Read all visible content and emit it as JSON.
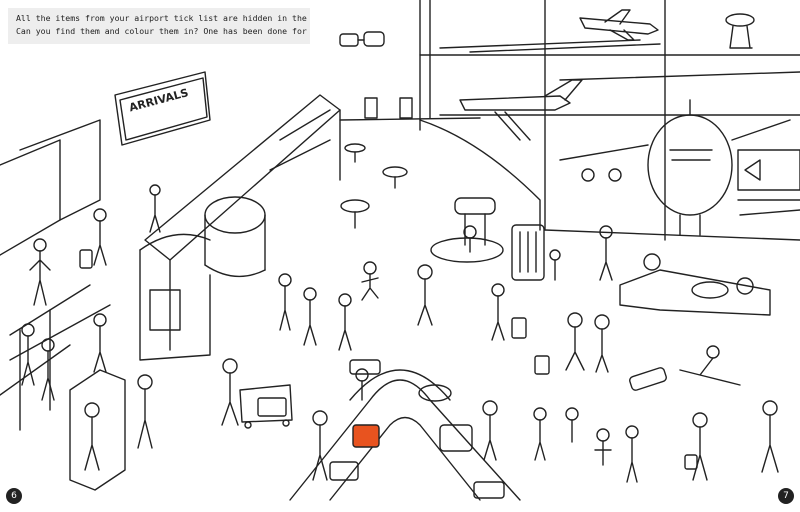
{
  "instructions": {
    "line1": "All the items from your airport tick list are hidden in the busy scene below.",
    "line2": "Can you find them and colour them in? One has been done for you!"
  },
  "signs": {
    "arrivals": "ARRIVALS"
  },
  "page_numbers": {
    "left": "6",
    "right": "7"
  },
  "colors": {
    "ink": "#222222",
    "highlight_suitcase": "#e8531f",
    "instruction_box": "#eeeeee"
  }
}
